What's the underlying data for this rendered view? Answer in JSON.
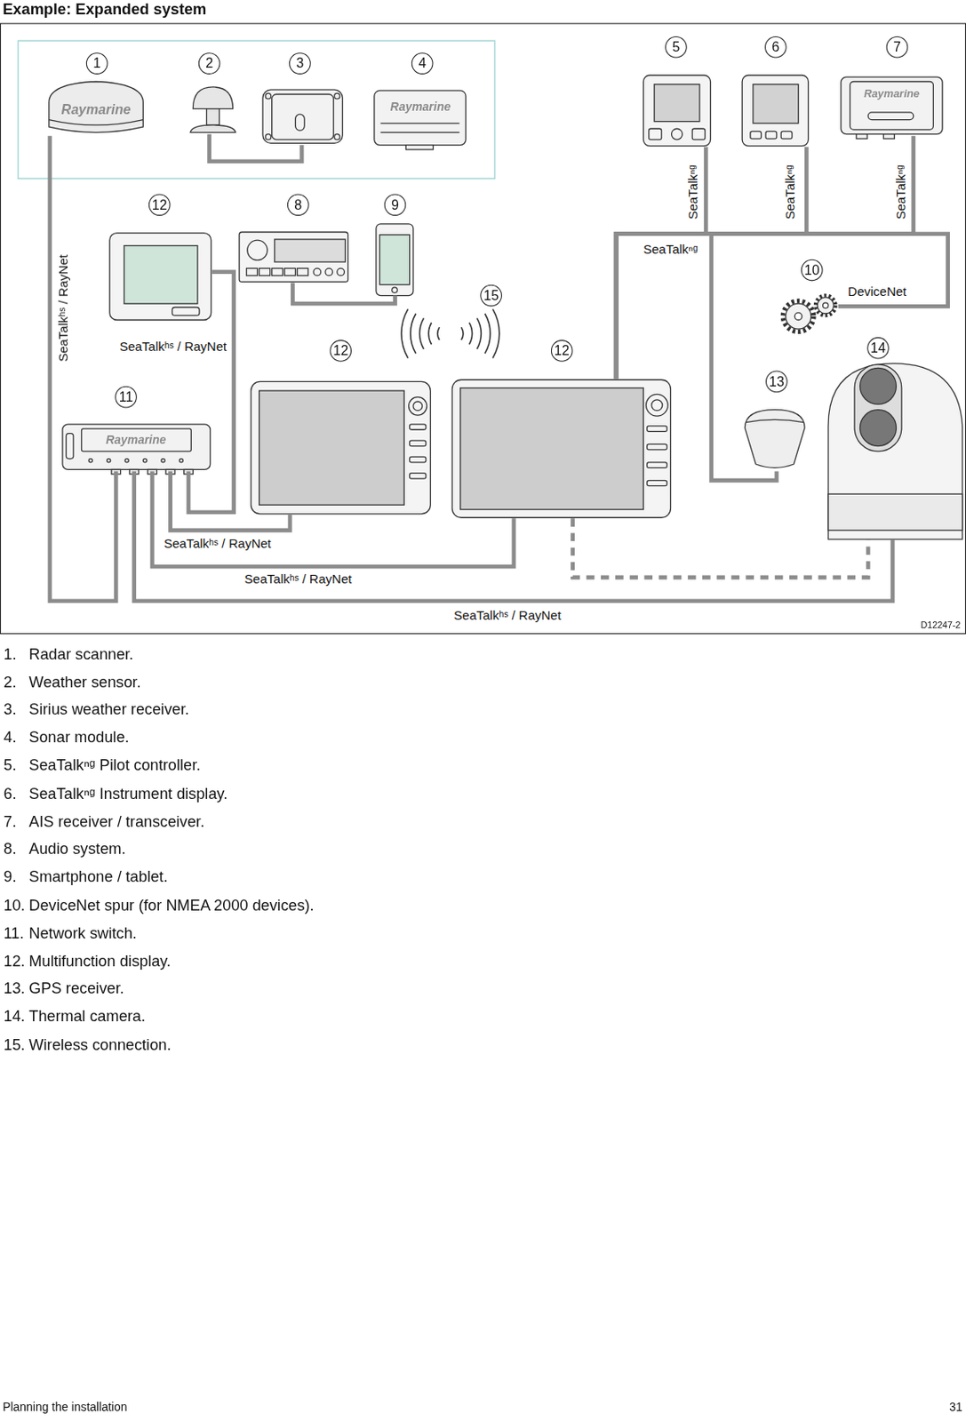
{
  "diagram": {
    "title": "Example: Expanded system",
    "nodes": [
      {
        "text": [
          "1",
          "Raymarine"
        ]
      },
      {
        "text": [
          "2"
        ]
      },
      {
        "text": [
          "3"
        ]
      },
      {
        "text": [
          "4",
          "Raymarine"
        ]
      },
      {
        "text": [
          "5"
        ]
      },
      {
        "text": [
          "6"
        ]
      },
      {
        "text": [
          "7",
          "Raymarine"
        ]
      },
      {
        "text": [
          "12"
        ]
      },
      {
        "text": [
          "8"
        ]
      },
      {
        "text": [
          "9"
        ]
      },
      {
        "text": [
          "10"
        ]
      },
      {
        "text": [
          "11",
          "Raymarine"
        ]
      },
      {
        "text": [
          "12"
        ]
      },
      {
        "text": [
          "12"
        ]
      },
      {
        "text": [
          "13"
        ]
      },
      {
        "text": [
          "14"
        ]
      }
    ],
    "edges": [
      {
        "from": 1,
        "to": 2,
        "arrow": "none"
      },
      {
        "from": 0,
        "to": 11,
        "label": "SeaTalkʰˢ / RayNet",
        "arrow": "none"
      },
      {
        "from": 11,
        "to": 7,
        "label": "SeaTalkʰˢ / RayNet",
        "arrow": "none"
      },
      {
        "from": 11,
        "to": 12,
        "label": "SeaTalkʰˢ / RayNet",
        "arrow": "none"
      },
      {
        "from": 11,
        "to": 13,
        "label": "SeaTalkʰˢ / RayNet",
        "arrow": "none"
      },
      {
        "from": 11,
        "to": 15,
        "label": "SeaTalkʰˢ / RayNet",
        "arrow": "none"
      },
      {
        "from": 13,
        "to": 15,
        "arrow": "none"
      },
      {
        "from": 8,
        "to": 9,
        "arrow": "none"
      },
      {
        "from": 13,
        "to": 4,
        "label": "SeaTalkⁿᵍ",
        "arrow": "none"
      },
      {
        "from": 13,
        "to": 5,
        "label": "SeaTalkⁿᵍ",
        "arrow": "none"
      },
      {
        "from": 13,
        "to": 6,
        "label": "SeaTalkⁿᵍ",
        "arrow": "none"
      },
      {
        "from": 13,
        "to": 10,
        "label": "DeviceNet",
        "arrow": "none"
      },
      {
        "from": 13,
        "to": 14,
        "arrow": "none"
      }
    ],
    "labels": [
      "15",
      "SeaTalkⁿᵍ",
      "D12247-2",
      "1.",
      "Radar scanner.",
      "2.",
      "Weather sensor.",
      "3.",
      "Sirius weather receiver.",
      "4.",
      "Sonar module.",
      "5.",
      "SeaTalkⁿᵍ Pilot controller.",
      "6.",
      "SeaTalkⁿᵍ Instrument display.",
      "7.",
      "AIS receiver / transceiver.",
      "8.",
      "Audio system.",
      "9.",
      "Smartphone / tablet.",
      "10.",
      "DeviceNet spur (for NMEA 2000 devices).",
      "11.",
      "Network switch.",
      "12.",
      "Multifunction display.",
      "13.",
      "GPS receiver.",
      "14.",
      "Thermal camera.",
      "15.",
      "Wireless connection.",
      "Planning the installation",
      "31"
    ]
  }
}
